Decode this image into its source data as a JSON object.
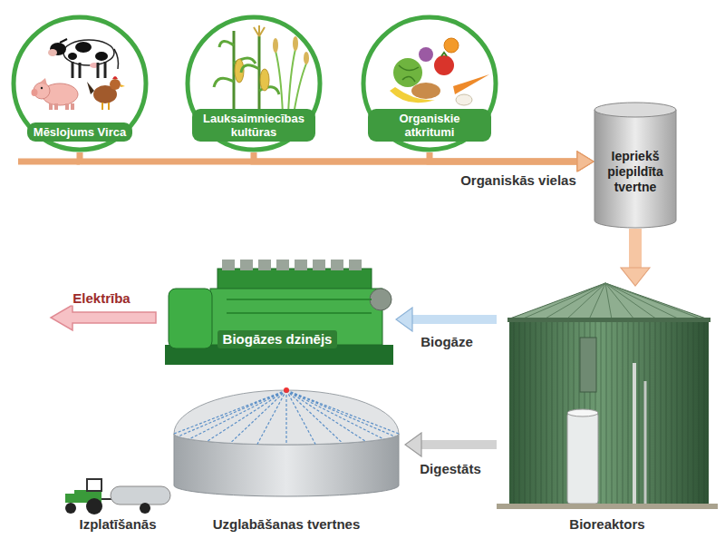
{
  "diagram": {
    "nodes": [
      {
        "text": [
          "Mēslojums Virca"
        ]
      },
      {
        "text": [
          "Lauksaimniecības kultūras"
        ]
      },
      {
        "text": [
          "Organiskie atkritumi"
        ]
      },
      {
        "text": [
          "Iepriekš piepildīta tvertne"
        ]
      },
      {
        "text": [
          "Bioreaktors"
        ]
      },
      {
        "text": [
          "Biogāzes dzinējs"
        ]
      },
      {
        "text": [
          "Uzglabāšanas tvertnes"
        ]
      },
      {
        "text": [
          "Izplatīšanās"
        ]
      }
    ],
    "edges": [
      {
        "from": 0,
        "to": 3,
        "arrow": "to"
      },
      {
        "from": 1,
        "to": 3,
        "arrow": "to"
      },
      {
        "from": 2,
        "to": 3,
        "label": "Organiskās vielas",
        "arrow": "to"
      },
      {
        "from": 3,
        "to": 4,
        "arrow": "to"
      },
      {
        "from": 4,
        "to": 5,
        "label": "Biogāze",
        "arrow": "to"
      },
      {
        "from": 4,
        "to": 6,
        "label": "Digestāts",
        "arrow": "to"
      }
    ],
    "labels": [
      "Elektrība"
    ]
  }
}
